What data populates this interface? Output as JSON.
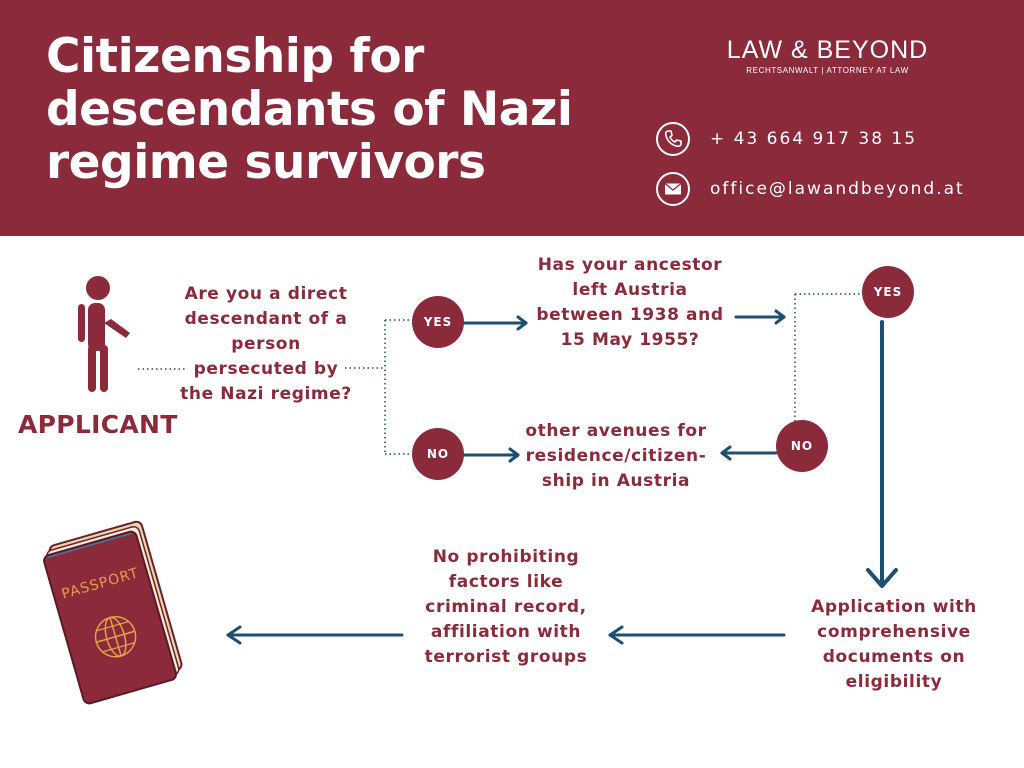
{
  "header": {
    "title": "Citizenship for descendants of Nazi regime survivors",
    "brand_name": "LAW & BEYOND",
    "brand_sub": "RECHTSANWALT | ATTORNEY AT LAW",
    "phone": "+ 43 664 917 38 15",
    "email": "office@lawandbeyond.at"
  },
  "flow": {
    "applicant_label": "APPLICANT",
    "question1": "Are you a direct descendant of a person persecuted by the Nazi regime?",
    "yes1": "YES",
    "no1": "NO",
    "question2": "Has your ancestor left Austria between 1938 and 15 May 1955?",
    "yes2": "YES",
    "no2": "NO",
    "other_avenues": "other avenues for residence/citizen-ship in Austria",
    "application": "Application with comprehensive documents on eligibility",
    "no_prohibiting": "No prohibiting factors like criminal record, affiliation with terrorist groups",
    "passport_label": "PASSPORT"
  },
  "colors": {
    "primary": "#8b2a3b",
    "arrow": "#1f4f6e",
    "white": "#ffffff"
  }
}
